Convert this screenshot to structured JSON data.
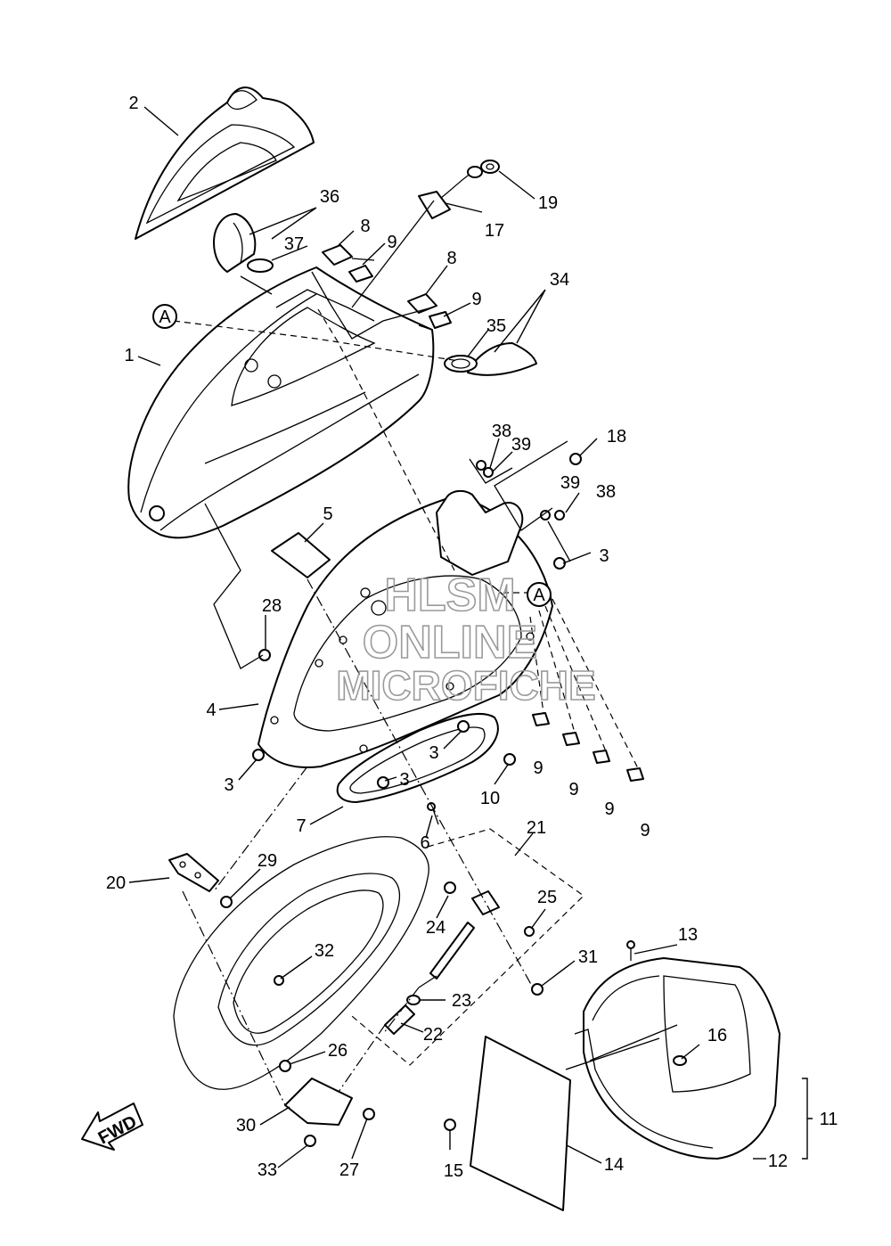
{
  "watermark": {
    "line1": "HLSM",
    "line2": "ONLINE",
    "line3": "MICROFICHE"
  },
  "direction_marker": {
    "text": "FWD",
    "icon": "fwd-arrow-icon"
  },
  "reference_marker": "A",
  "callouts": [
    "1",
    "2",
    "3",
    "4",
    "5",
    "6",
    "7",
    "8",
    "9",
    "10",
    "11",
    "12",
    "13",
    "14",
    "15",
    "16",
    "17",
    "18",
    "19",
    "20",
    "21",
    "22",
    "23",
    "24",
    "25",
    "26",
    "27",
    "28",
    "29",
    "30",
    "31",
    "32",
    "33",
    "34",
    "35",
    "36",
    "37",
    "38",
    "39"
  ]
}
